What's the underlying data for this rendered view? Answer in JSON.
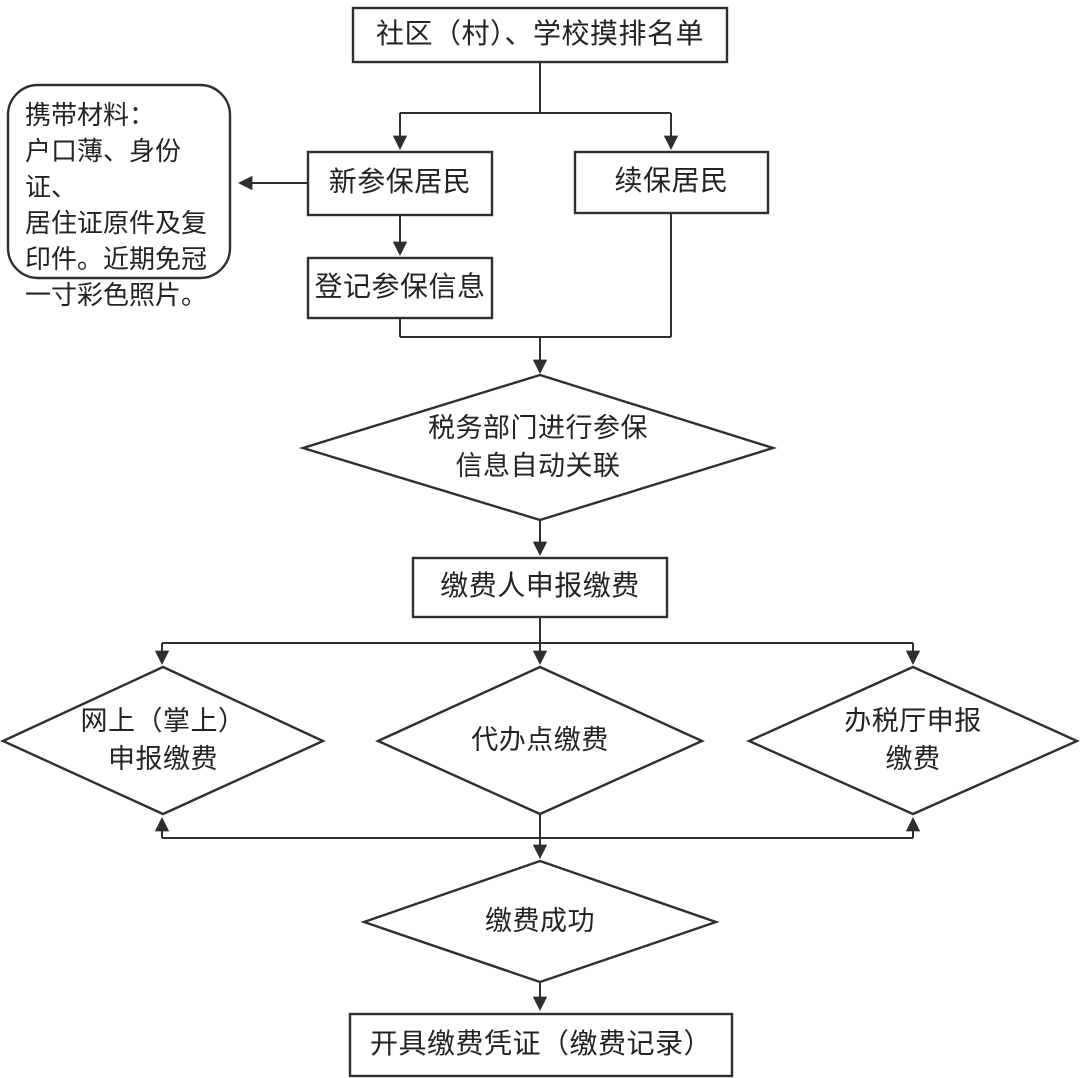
{
  "diagram": {
    "type": "flowchart",
    "language": "zh-CN",
    "colors": {
      "background": "#ffffff",
      "line": "#2f2f2f",
      "text": "#232323"
    },
    "nodes": {
      "survey_list": "社区（村）、学校摸排名单",
      "materials_note": "携带材料：\n户口薄、身份证、\n居住证原件及复\n印件。近期免冠\n一寸彩色照片。",
      "new_resident": "新参保居民",
      "renew_resident": "续保居民",
      "register_info": "登记参保信息",
      "tax_auto_link": "税务部门进行参保\n信息自动关联",
      "declare_pay": "缴费人申报缴费",
      "online_pay": "网上（掌上）\n申报缴费",
      "agent_point_pay": "代办点缴费",
      "tax_hall_pay": "办税厅申报\n缴费",
      "pay_success": "缴费成功",
      "payment_voucher": "开具缴费凭证（缴费记录）"
    }
  }
}
